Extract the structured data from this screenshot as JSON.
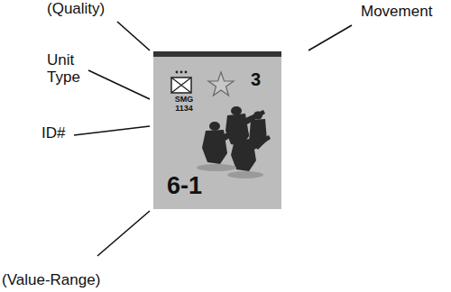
{
  "diagram": {
    "nodes": [
      {
        "text": [
          "SMG 1134",
          "3",
          "6-1"
        ]
      }
    ],
    "labels": [
      "(Quality)",
      "Movement",
      "Unit Type",
      "ID#",
      "(Value-Range)"
    ]
  }
}
